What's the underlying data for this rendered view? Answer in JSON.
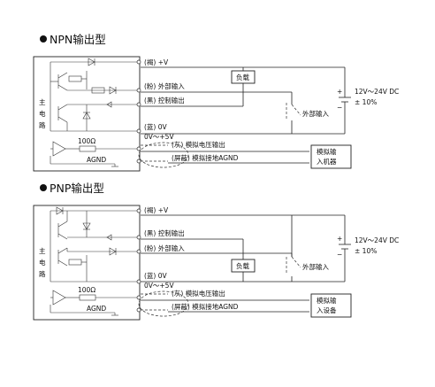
{
  "npn": {
    "title": "NPN输出型",
    "main_circuit": [
      "主",
      "电",
      "路"
    ],
    "wires": {
      "brown": "(褐) +V",
      "pink": "(粉) 外部输入",
      "black": "(黑) 控制输出",
      "blue": "(蓝) 0V",
      "gray": "(灰) 模拟电压输出",
      "shield": "(屏蔽) 模拟接地AGND"
    },
    "range": "0V～+5V",
    "resistor": "100Ω",
    "agnd": "AGND",
    "load": "负载",
    "ext_input": "外部输入",
    "supply": "12V～24V  DC",
    "tolerance": "± 10%",
    "plus": "+",
    "minus": "−",
    "device": [
      "模拟输",
      "入机器"
    ]
  },
  "pnp": {
    "title": "PNP输出型",
    "main_circuit": [
      "主",
      "电",
      "路"
    ],
    "wires": {
      "brown": "(褐) +V",
      "black": "(黑) 控制输出",
      "pink": "(粉) 外部输入",
      "blue": "(蓝) 0V",
      "gray": "(灰) 模拟电压输出",
      "shield": "(屏蔽) 模拟接地AGND"
    },
    "range": "0V～+5V",
    "resistor": "100Ω",
    "agnd": "AGND",
    "load": "负载",
    "ext_input": "外部输入",
    "supply": "12V～24V  DC",
    "tolerance": "± 10%",
    "plus": "+",
    "minus": "−",
    "device": [
      "模拟输",
      "入设备"
    ]
  }
}
